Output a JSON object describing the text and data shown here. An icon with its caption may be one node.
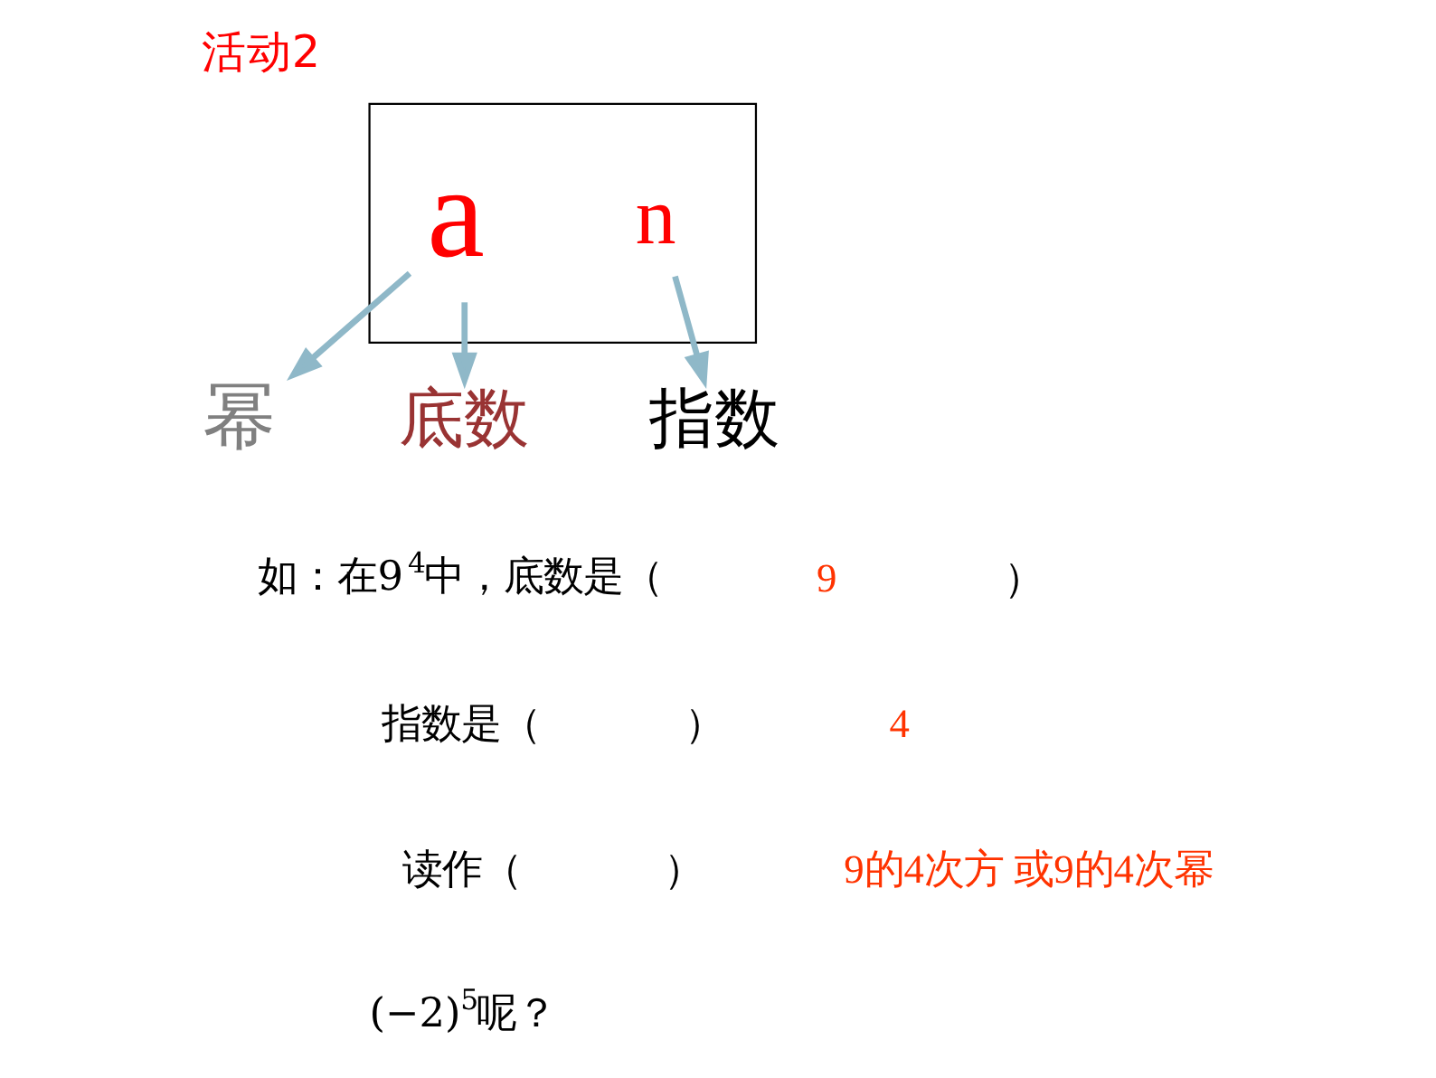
{
  "diagram": {
    "title": "活动2",
    "nodes": [
      {
        "text": [],
        "shape": "box"
      },
      {
        "text": [
          "a"
        ],
        "in": 0
      },
      {
        "text": [
          "n"
        ],
        "in": 0
      },
      {
        "text": [
          "指数"
        ]
      },
      {
        "text": [
          "幂"
        ]
      },
      {
        "text": [
          "底数"
        ]
      }
    ],
    "edges": [
      {
        "from": 2,
        "to": 3,
        "arrow": "to"
      },
      {
        "from": 1,
        "to": 4,
        "arrow": "to"
      },
      {
        "from": 1,
        "to": 5,
        "arrow": "to"
      }
    ],
    "labels": [
      "如：在9$^{4}$中，底数是（",
      "9",
      "）",
      "指数是（",
      "）",
      "4",
      "读作（",
      "）",
      "9的4次方 或9的4次幂",
      "(−2)$^{5}$呢？"
    ]
  }
}
